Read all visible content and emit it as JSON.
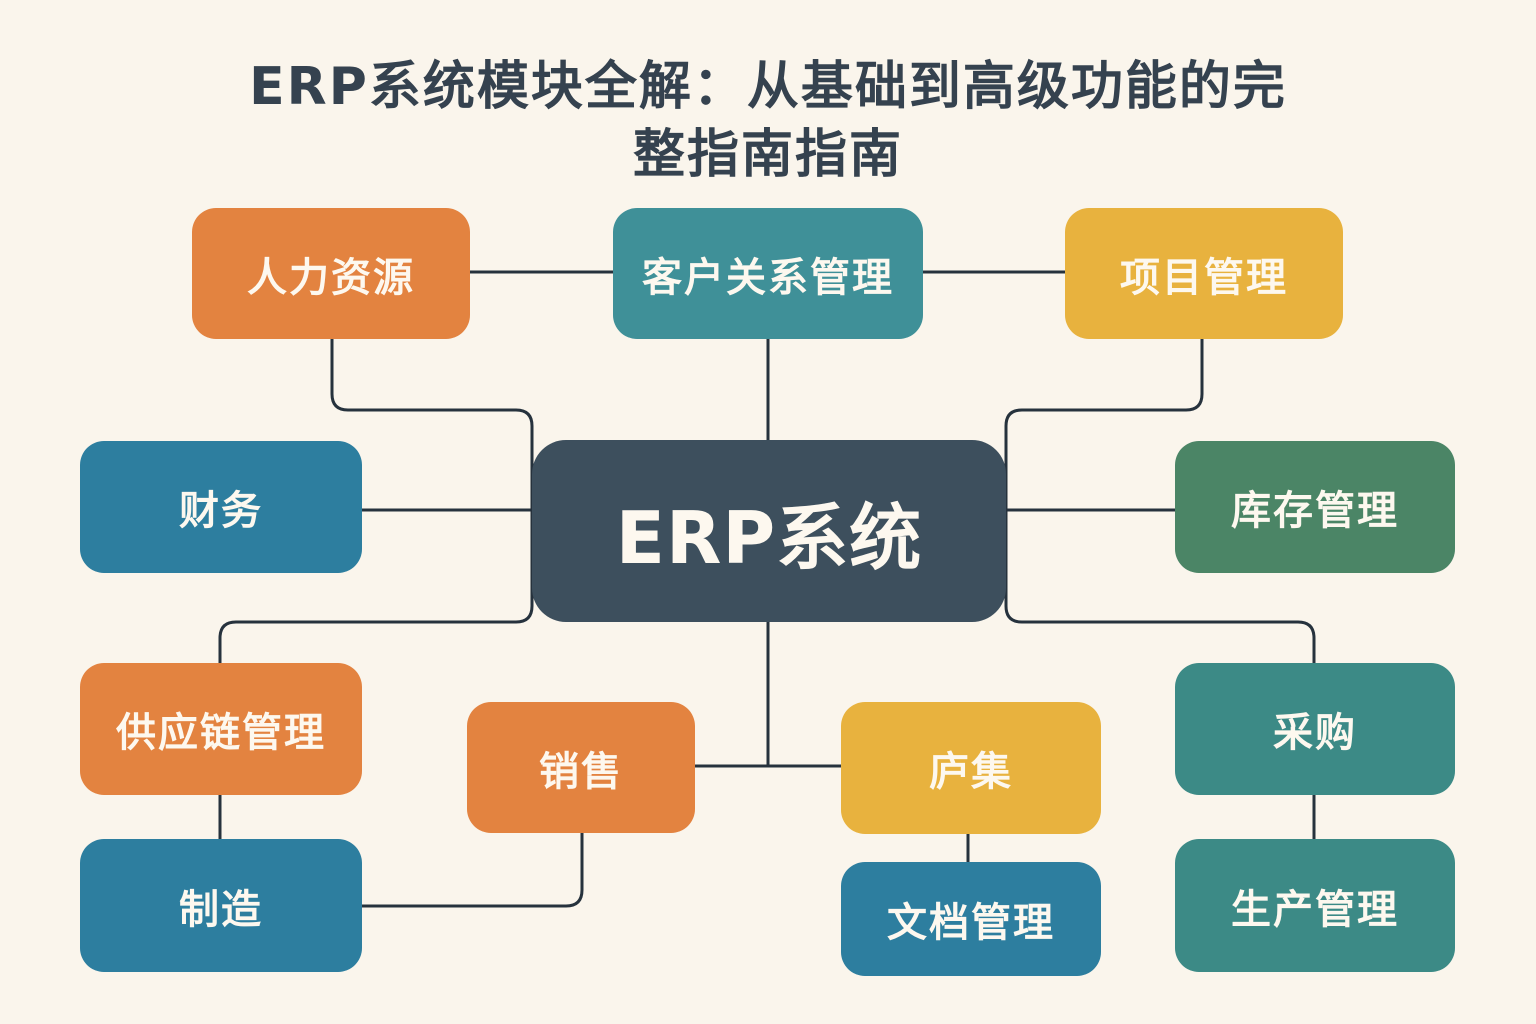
{
  "title": {
    "line1": "ERP系统模块全解：从基础到高级功能的完",
    "line2": "整指南指南"
  },
  "colors": {
    "background": "#faf5ec",
    "connector": "#26323d",
    "title": "#35424f",
    "orange": "#e38340",
    "teal": "#3f9098",
    "yellow": "#e8b23e",
    "blue": "#2d7e9f",
    "green": "#4b8566",
    "dark_teal": "#3c8a86",
    "center": "#3d4f5d"
  },
  "center": {
    "label": "ERP系统"
  },
  "modules": [
    {
      "id": "hr",
      "label": "人力资源"
    },
    {
      "id": "crm",
      "label": "客户关系管理"
    },
    {
      "id": "project",
      "label": "项目管理"
    },
    {
      "id": "finance",
      "label": "财务"
    },
    {
      "id": "inventory",
      "label": "库存管理"
    },
    {
      "id": "supply_chain",
      "label": "供应链管理"
    },
    {
      "id": "sales",
      "label": "销售"
    },
    {
      "id": "pianji",
      "label": "庐集"
    },
    {
      "id": "purchase",
      "label": "采购"
    },
    {
      "id": "manufacturing",
      "label": "制造"
    },
    {
      "id": "documents",
      "label": "文档管理"
    },
    {
      "id": "production",
      "label": "生产管理"
    }
  ],
  "connections": [
    [
      "hr",
      "crm"
    ],
    [
      "crm",
      "project"
    ],
    [
      "hr",
      "center"
    ],
    [
      "crm",
      "center"
    ],
    [
      "project",
      "center"
    ],
    [
      "finance",
      "center"
    ],
    [
      "inventory",
      "center"
    ],
    [
      "supply_chain",
      "center"
    ],
    [
      "purchase",
      "center"
    ],
    [
      "center",
      "sales"
    ],
    [
      "center",
      "pianji"
    ],
    [
      "supply_chain",
      "manufacturing"
    ],
    [
      "sales",
      "manufacturing"
    ],
    [
      "pianji",
      "documents"
    ],
    [
      "purchase",
      "production"
    ]
  ]
}
